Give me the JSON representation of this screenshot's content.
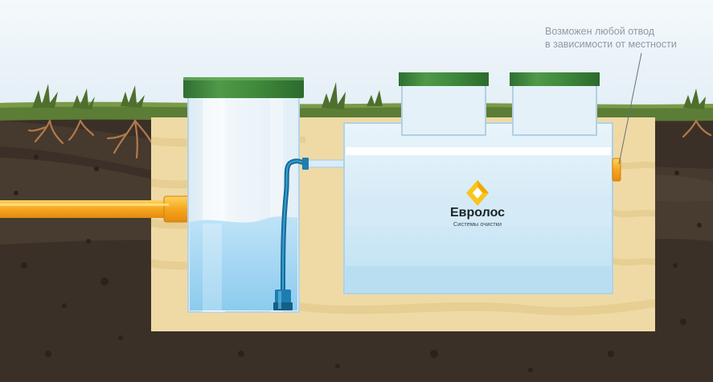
{
  "annotation": {
    "line1": "Возможен любой отвод",
    "line2": "в зависимости от местности"
  },
  "brand": {
    "name": "Евролос",
    "tagline": "Системы очистки"
  },
  "colors": {
    "sky": "#e6f1f8",
    "grass": "#5b7d35",
    "soil": "#3f3429",
    "sand": "#efdaa6",
    "lid_green": "#3f8a3c",
    "pipe_orange": "#f5a623",
    "water_blue": "#a6d6f1",
    "pump_teal": "#1c7eb0",
    "logo_yellow": "#f7c61c"
  },
  "icons": {
    "logo": "evrolos-logo-icon",
    "pump": "submersible-pump-icon"
  }
}
